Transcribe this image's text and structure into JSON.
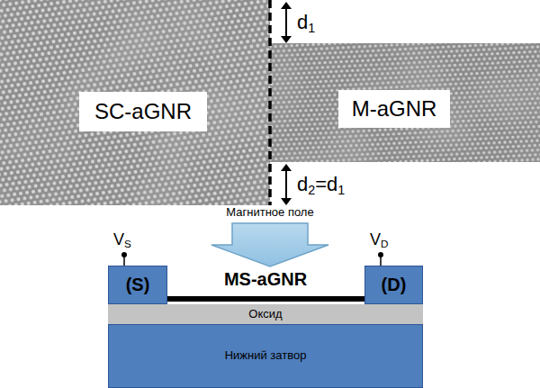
{
  "diagram": {
    "nodes": [
      {
        "text": [
          "SC-aGNR"
        ]
      },
      {
        "text": [
          "M-aGNR"
        ]
      },
      {
        "text": [
          "(S)"
        ]
      },
      {
        "text": [
          "(D)"
        ]
      },
      {
        "text": [
          "Оксид"
        ]
      },
      {
        "text": [
          "Нижний затвор"
        ]
      }
    ],
    "labels": [
      "d1",
      "d2=d1",
      "Магнитное поле",
      "VS",
      "VD",
      "MS-aGNR"
    ]
  }
}
